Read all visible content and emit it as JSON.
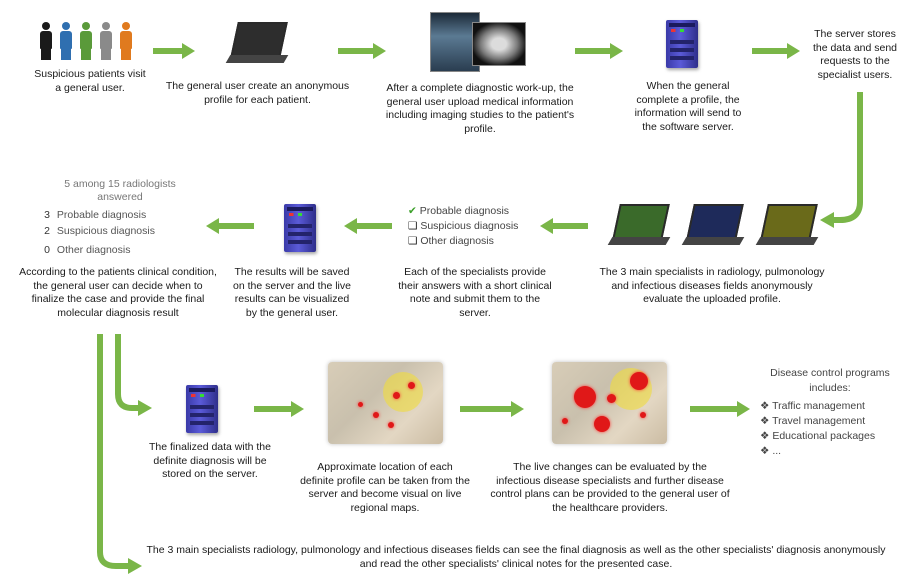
{
  "row1": {
    "patients": "Suspicious patients visit a general user.",
    "profile": "The general user create an anonymous profile for each patient.",
    "upload": "After a complete diagnostic work-up, the general user upload medical information including imaging studies to the patient's profile.",
    "send": "When the general complete a profile, the information will send to the software server.",
    "stores": "The server stores the data and send requests to the specialist users."
  },
  "row2": {
    "summary_title": "5 among 15 radiologists answered",
    "summary_items": [
      {
        "count": "3",
        "label": "Probable diagnosis"
      },
      {
        "count": "2",
        "label": "Suspicious diagnosis"
      },
      {
        "count": "0",
        "label": "Other diagnosis"
      }
    ],
    "options": [
      {
        "mark": "✔",
        "label": "Probable diagnosis"
      },
      {
        "mark": "❑",
        "label": "Suspicious diagnosis"
      },
      {
        "mark": "❑",
        "label": "Other diagnosis"
      }
    ],
    "finalize": "According to the patients clinical condition, the general user can decide when to finalize the case and provide the final molecular diagnosis result",
    "saved": "The results will be saved on the server and the live results can be visualized by the general user.",
    "specialists_answer": "Each of the specialists provide their answers with a short clinical note and submit them to the server.",
    "evaluate": "The 3 main specialists in radiology, pulmonology and infectious diseases fields anonymously evaluate the uploaded profile."
  },
  "row3": {
    "finalized": "The finalized data with the definite diagnosis will be stored on the server.",
    "location": "Approximate location of each definite profile can be taken from the server and become visual on live regional maps.",
    "live_changes": "The live changes can be evaluated by the infectious disease specialists and further disease control plans can be provided to the general user of the healthcare providers.",
    "programs_title": "Disease control programs includes:",
    "programs": [
      "Traffic management",
      "Travel management",
      "Educational packages",
      "..."
    ]
  },
  "footer": "The 3 main specialists radiology, pulmonology and infectious diseases fields can see the final diagnosis as well as the other specialists' diagnosis anonymously and read the other specialists' clinical notes for the presented case.",
  "colors": {
    "arrow": "#7ab648",
    "server": "#4a4ac8",
    "people": [
      "#1a1a1a",
      "#2f6fb0",
      "#5a9a3a",
      "#8a8a8a",
      "#e07a1e"
    ],
    "laptops": [
      "#3a6a2a",
      "#1e2a5a",
      "#6a6a1a"
    ]
  }
}
